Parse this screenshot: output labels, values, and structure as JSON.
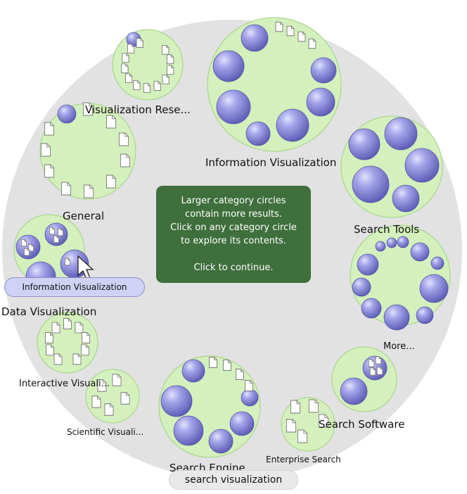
{
  "hint": {
    "lines": [
      "Larger category circles",
      "contain more results.",
      "Click on any category circle",
      "to explore its contents.",
      "",
      "Click to continue."
    ]
  },
  "categories": {
    "visualization_research": "Visualization Rese...",
    "information_visualization": "Information Visualization",
    "general": "General",
    "search_tools": "Search Tools",
    "data_visualization": "Data Visualization",
    "more": "More...",
    "interactive_visualization": "Interactive Visuali...",
    "scientific_visualization": "Scientific Visuali...",
    "search_software": "Search Software",
    "search_engine": "Search Engine",
    "enterprise_search": "Enterprise Search"
  },
  "tooltip": {
    "text": "Information Visualization"
  },
  "query": {
    "text": "search visualization"
  },
  "colors": {
    "outer_disc": "#e2e2e2",
    "category_fill": "#d4f0bc",
    "category_stroke": "#a7d68d",
    "subcircle_fill": "#8f8fe0",
    "hint_bg": "#3f6f3c",
    "tooltip_bg": "#cfd2f4"
  },
  "icons": {
    "document": "document-icon",
    "subcategory": "subcategory-circle",
    "pointer": "cursor-arrow-icon"
  }
}
